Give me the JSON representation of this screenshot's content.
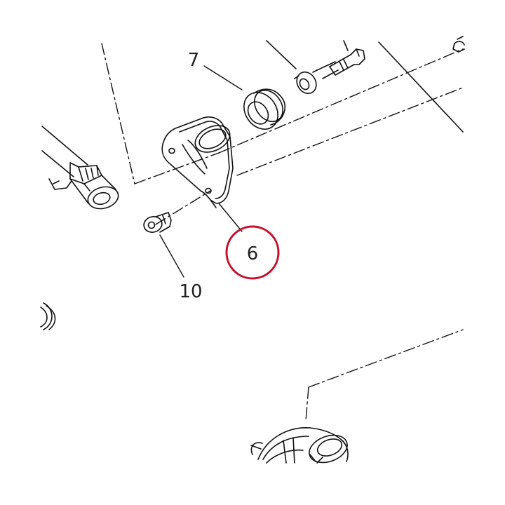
{
  "diagram": {
    "callouts": [
      {
        "id": "part-7",
        "text": "7"
      },
      {
        "id": "part-6",
        "text": "6",
        "highlighted": true
      },
      {
        "id": "part-10",
        "text": "10"
      }
    ]
  },
  "colors": {
    "line": "#111111",
    "highlight_circle": "#c8102e",
    "background": "#ffffff"
  }
}
